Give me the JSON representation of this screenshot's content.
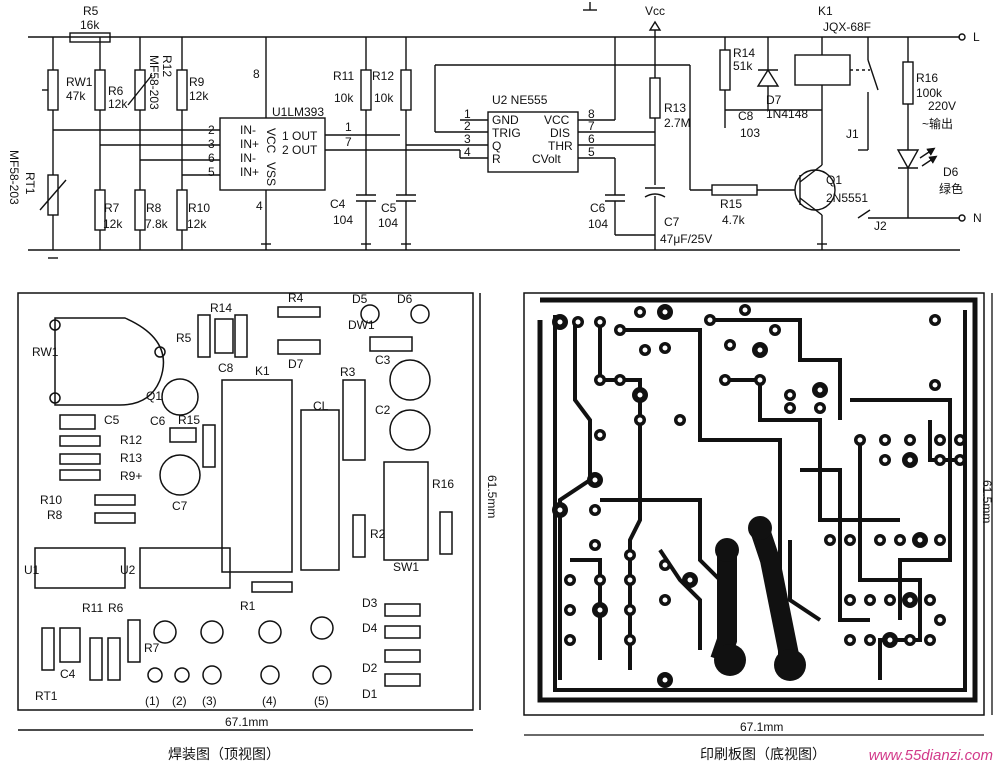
{
  "schematic": {
    "vcc_label": "Vcc",
    "resistors": {
      "r5": "R5",
      "r5_val": "16k",
      "rw1": "RW1",
      "rw1_val": "47k",
      "r6": "R6",
      "r6_val": "12k",
      "r12": "R12",
      "r12_val": "MF58-203",
      "r9": "R9",
      "r9_val": "12k",
      "r11": "R11",
      "r11_val": "10k",
      "r12b": "R12",
      "r12b_val": "10k",
      "r7": "R7",
      "r7_val": "12k",
      "r8": "R8",
      "r8_val": "7.8k",
      "r10": "R10",
      "r10_val": "12k",
      "r13": "R13",
      "r13_val": "2.7M",
      "r14": "R14",
      "r14_val": "51k",
      "r15": "R15",
      "r15_val": "4.7k",
      "r16": "R16",
      "r16_val": "100k",
      "rt1": "RT1",
      "rt1_val": "MF58-203"
    },
    "u1": {
      "name": "U1LM393",
      "pin_in1m": "IN-",
      "pin_in1p": "IN+",
      "pin_in2m": "IN-",
      "pin_in2p": "IN+",
      "out1": "1 OUT",
      "out2": "2 OUT",
      "vcc": "VCC",
      "vss": "VSS",
      "pin8": "8",
      "pin4": "4"
    },
    "u2": {
      "name": "U2 NE555",
      "gnd": "GND",
      "vcc": "VCC",
      "trig": "TRIG",
      "dis": "DIS",
      "q": "Q",
      "thr": "THR",
      "r": "R",
      "cvolt": "CVolt"
    },
    "caps": {
      "c4": "C4",
      "c4_val": "104",
      "c5": "C5",
      "c5_val": "104",
      "c6": "C6",
      "c6_val": "104",
      "c7": "C7",
      "c7_val": "47μF/25V",
      "c8": "C8",
      "c8_val": "103"
    },
    "relay": {
      "name": "K1",
      "model": "JQX-68F"
    },
    "d7": "D7",
    "d7_val": "1N4148",
    "q1": "Q1",
    "q1_val": "2N5551",
    "d6": "D6",
    "d6_val": "绿色",
    "j1": "J1",
    "j2": "J2",
    "out_label": "220V",
    "out_label2": "~输出",
    "l": "L",
    "n": "N"
  },
  "assembly": {
    "caption": "焊装图（顶视图）",
    "width": "67.1mm",
    "height": "61.5mm",
    "labels": [
      "RW1",
      "R5",
      "R14",
      "R4",
      "D5",
      "D6",
      "DW1",
      "C8",
      "D7",
      "Q1",
      "K1",
      "CL",
      "R3",
      "C3",
      "C2",
      "C5",
      "C6",
      "R15",
      "R12",
      "R13",
      "R9+",
      "C7",
      "R10",
      "R8",
      "R16",
      "R2",
      "U1",
      "U2",
      "SW1",
      "R1",
      "D3",
      "D4",
      "D2",
      "D1",
      "RT1",
      "C4",
      "R11",
      "R6",
      "R7"
    ],
    "pads": [
      "(1)",
      "(2)",
      "(3)",
      "(4)",
      "(5)"
    ]
  },
  "pcb": {
    "caption": "印刷板图（底视图）",
    "width": "67.1mm",
    "height": "61.5mm"
  },
  "watermark": "www.55dianzi.com"
}
